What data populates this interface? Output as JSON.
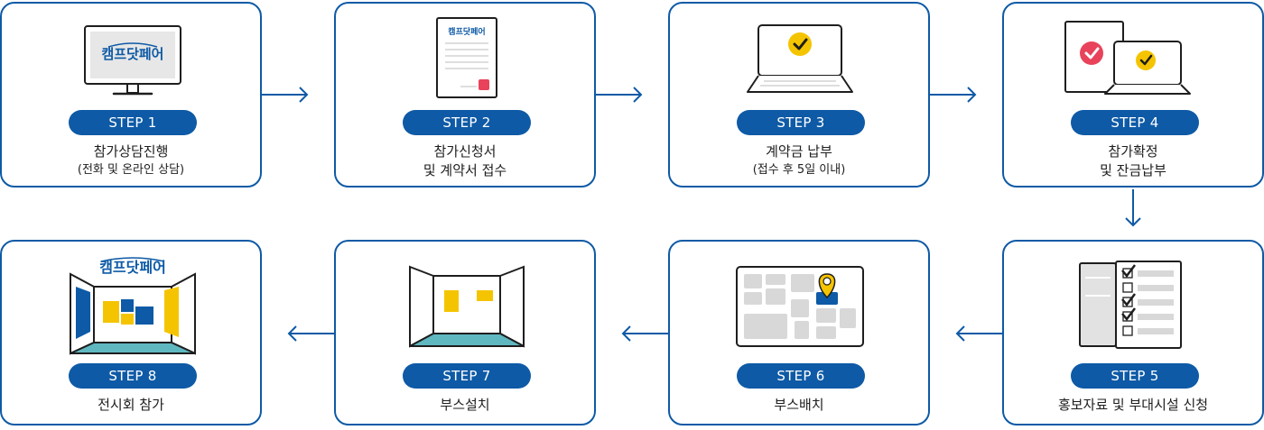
{
  "steps": [
    {
      "step": "STEP 1",
      "title": "참가상담진행",
      "sub": "(전화 및 온라인 상담)",
      "icon": "monitor-icon"
    },
    {
      "step": "STEP 2",
      "title": "참가신청서",
      "sub": "및 계약서 접수",
      "icon": "document-icon"
    },
    {
      "step": "STEP 3",
      "title": "계약금 납부",
      "sub": "(접수 후 5일 이내)",
      "icon": "laptop-check-icon"
    },
    {
      "step": "STEP 4",
      "title": "참가확정",
      "sub": "및 잔금납부",
      "icon": "confirm-icon"
    },
    {
      "step": "STEP 5",
      "title": "홍보자료 및 부대시설 신청",
      "icon": "checklist-icon"
    },
    {
      "step": "STEP 6",
      "title": "부스배치",
      "icon": "map-pin-icon"
    },
    {
      "step": "STEP 7",
      "title": "부스설치",
      "icon": "booth-icon"
    },
    {
      "step": "STEP 8",
      "title": "전시회 참가",
      "icon": "exhibition-icon"
    }
  ],
  "logo_text": "캠프닷페어",
  "colors": {
    "primary": "#0e5aa6",
    "yellow": "#f5c400",
    "red": "#e8435a",
    "teal": "#5fb8c0"
  }
}
